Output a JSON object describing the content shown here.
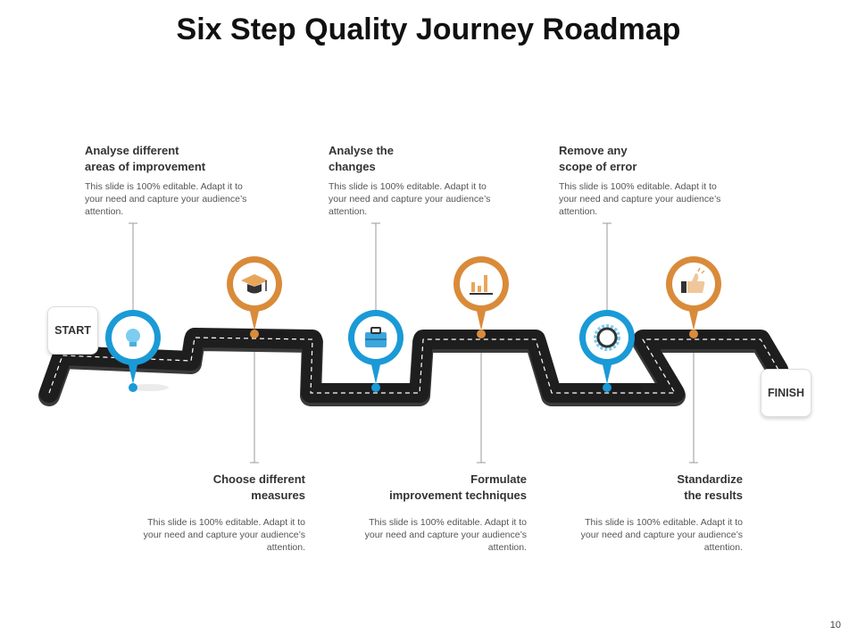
{
  "title": "Six Step Quality Journey Roadmap",
  "page_number": "10",
  "start_label": "START",
  "finish_label": "FINISH",
  "colors": {
    "blue": "#1a9ad6",
    "orange": "#d98b3a",
    "road": "#222222"
  },
  "steps": [
    {
      "title": "Analyse  different\nareas of improvement",
      "desc": "This slide is 100% editable. Adapt it to your need and capture your audience’s attention.",
      "icon": "lightbulb-icon",
      "color": "blue"
    },
    {
      "title": "Choose different\nmeasures",
      "desc": "This slide is 100% editable. Adapt it to your need and capture your audience’s attention.",
      "icon": "graduation-cap-icon",
      "color": "orange"
    },
    {
      "title": "Analyse  the\nchanges",
      "desc": "This slide is 100% editable. Adapt it to your need and capture your audience’s attention.",
      "icon": "briefcase-icon",
      "color": "blue"
    },
    {
      "title": "Formulate\nimprovement techniques",
      "desc": "This slide is 100% editable. Adapt it to your need and capture your audience’s attention.",
      "icon": "bar-chart-icon",
      "color": "orange"
    },
    {
      "title": "Remove any\nscope of error",
      "desc": "This slide is 100% editable. Adapt it to your need and capture your audience’s attention.",
      "icon": "gear-icon",
      "color": "blue"
    },
    {
      "title": "Standardize\nthe results",
      "desc": "This slide is 100% editable. Adapt it to your need and capture your audience’s attention.",
      "icon": "thumbs-up-icon",
      "color": "orange"
    }
  ]
}
